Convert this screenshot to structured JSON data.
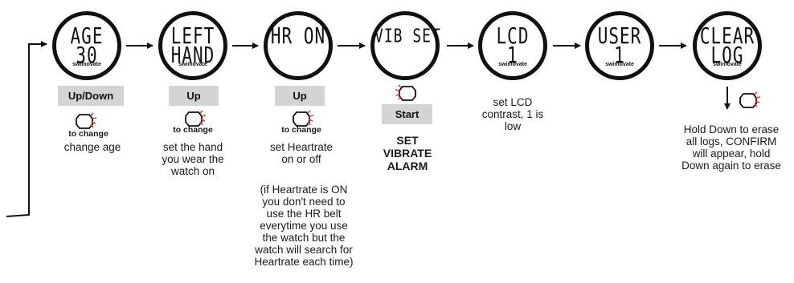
{
  "brand": "swimovate",
  "steps": [
    {
      "lcd_line1": "AGE",
      "lcd_line2": "30",
      "button": "Up/Down",
      "hint": "to change",
      "caption": [
        "change age"
      ]
    },
    {
      "lcd_line1": "LEFT",
      "lcd_line2": "HAND",
      "button": "Up",
      "hint": "to change",
      "caption": [
        "set the hand",
        "you wear the",
        "watch on"
      ]
    },
    {
      "lcd_line1": "HR ON",
      "lcd_line2": "",
      "button": "Up",
      "hint": "to change",
      "caption": [
        "set Heartrate",
        "on or off"
      ],
      "note": [
        "(if Heartrate is ON",
        "you don't need to",
        "use the HR belt",
        "everytime you use",
        "the watch but the",
        "watch will search for",
        "Heartrate each time)"
      ]
    },
    {
      "lcd_line1": "VIB SET",
      "lcd_line2": "",
      "button": "Start",
      "caption": [
        "SET",
        "VIBRATE",
        "ALARM"
      ]
    },
    {
      "lcd_line1": "LCD",
      "lcd_line2": "1",
      "caption": [
        "set LCD",
        "contrast, 1 is",
        "low"
      ]
    },
    {
      "lcd_line1": "USER",
      "lcd_line2": "1",
      "caption": []
    },
    {
      "lcd_line1": "CLEAR",
      "lcd_line2": "LOG",
      "caption": [
        "Hold Down to erase",
        "all logs, CONFIRM",
        "will appear, hold",
        "Down again to erase"
      ]
    }
  ],
  "colors": {
    "ink": "#111111",
    "button_bg": "#d4d4d4",
    "press_red": "#e53935"
  }
}
